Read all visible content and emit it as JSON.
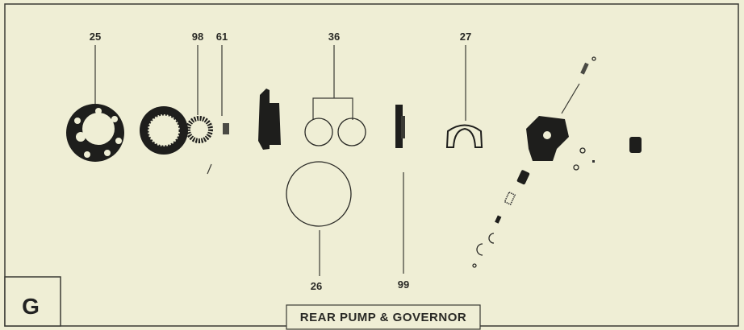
{
  "section_letter": "G",
  "title": "REAR PUMP & GOVERNOR",
  "callouts": {
    "c25": "25",
    "c98": "98",
    "c61": "61",
    "c36": "36",
    "c27": "27",
    "c26": "26",
    "c99": "99"
  },
  "colors": {
    "paper": "#efeed5",
    "ink": "#2a2a26"
  }
}
